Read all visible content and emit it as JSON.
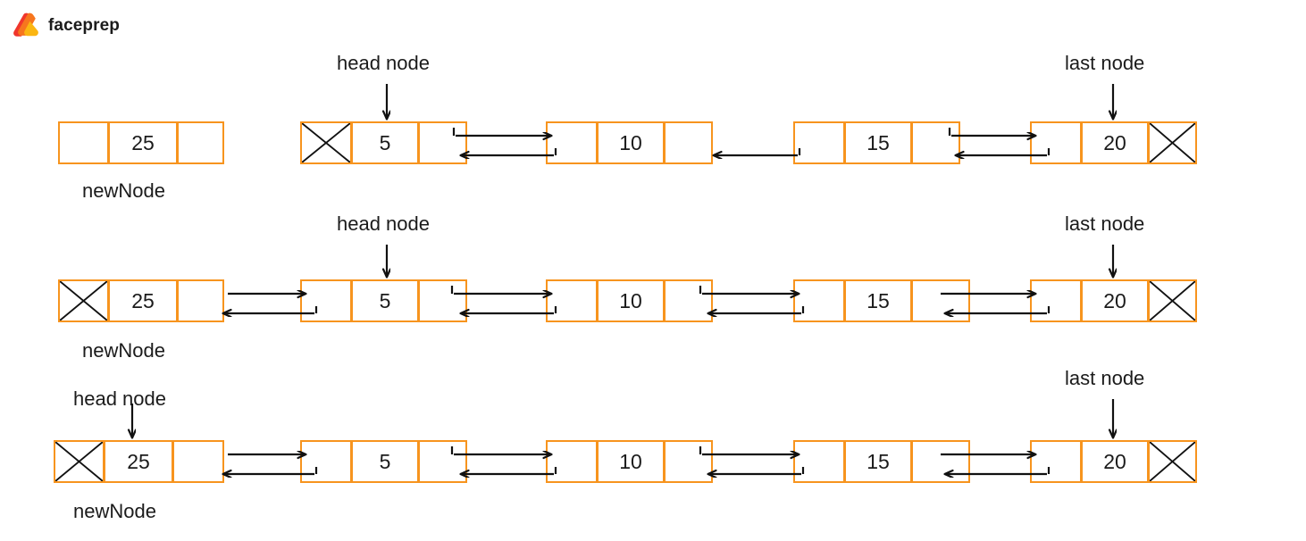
{
  "brand": {
    "name": "faceprep",
    "logo_icon": "faceprep-triangle-logo",
    "colors": {
      "red": "#F0362C",
      "orange": "#F7761E",
      "yellow": "#FBB612"
    }
  },
  "diagram": {
    "title": "doubly-linked-list-insert-at-head",
    "node_border_color": "#F7941E",
    "arrow_color": "#111111",
    "labels": {
      "head": "head node",
      "last": "last node",
      "new_node": "newNode"
    },
    "rows": [
      {
        "id": "row-1",
        "caption": "newNode",
        "standalone_node": {
          "value": "25",
          "prev_null": false,
          "next_null": false
        },
        "list": [
          {
            "value": "5",
            "prev_null": true,
            "next_null": false,
            "pointer": "head node"
          },
          {
            "value": "10",
            "prev_null": false,
            "next_null": false,
            "pointer": ""
          },
          {
            "value": "15",
            "prev_null": false,
            "next_null": false,
            "pointer": ""
          },
          {
            "value": "20",
            "prev_null": false,
            "next_null": true,
            "pointer": "last node"
          }
        ],
        "links": [
          {
            "from": "5",
            "to": "10",
            "forward": true,
            "backward": true
          },
          {
            "from": "10",
            "to": "15",
            "forward": false,
            "backward": true
          },
          {
            "from": "15",
            "to": "20",
            "forward": true,
            "backward": true
          }
        ]
      },
      {
        "id": "row-2",
        "caption": "newNode",
        "list": [
          {
            "value": "25",
            "prev_null": true,
            "next_null": false,
            "pointer": ""
          },
          {
            "value": "5",
            "prev_null": false,
            "next_null": false,
            "pointer": "head node"
          },
          {
            "value": "10",
            "prev_null": false,
            "next_null": false,
            "pointer": ""
          },
          {
            "value": "15",
            "prev_null": false,
            "next_null": false,
            "pointer": ""
          },
          {
            "value": "20",
            "prev_null": false,
            "next_null": true,
            "pointer": "last node"
          }
        ],
        "links": [
          {
            "from": "25",
            "to": "5",
            "forward": true,
            "backward": true
          },
          {
            "from": "5",
            "to": "10",
            "forward": true,
            "backward": true
          },
          {
            "from": "10",
            "to": "15",
            "forward": true,
            "backward": true
          },
          {
            "from": "15",
            "to": "20",
            "forward": true,
            "backward": true
          }
        ]
      },
      {
        "id": "row-3",
        "caption": "newNode",
        "list": [
          {
            "value": "25",
            "prev_null": true,
            "next_null": false,
            "pointer": "head node"
          },
          {
            "value": "5",
            "prev_null": false,
            "next_null": false,
            "pointer": ""
          },
          {
            "value": "10",
            "prev_null": false,
            "next_null": false,
            "pointer": ""
          },
          {
            "value": "15",
            "prev_null": false,
            "next_null": false,
            "pointer": ""
          },
          {
            "value": "20",
            "prev_null": false,
            "next_null": true,
            "pointer": "last node"
          }
        ],
        "links": [
          {
            "from": "25",
            "to": "5",
            "forward": true,
            "backward": true
          },
          {
            "from": "5",
            "to": "10",
            "forward": true,
            "backward": true
          },
          {
            "from": "10",
            "to": "15",
            "forward": true,
            "backward": true
          },
          {
            "from": "15",
            "to": "20",
            "forward": true,
            "backward": true
          }
        ]
      }
    ]
  }
}
